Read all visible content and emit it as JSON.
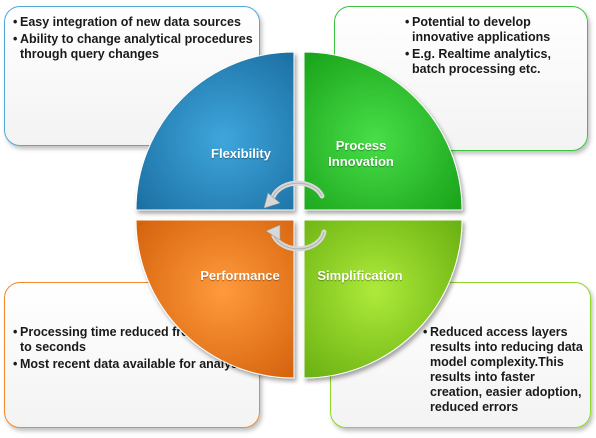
{
  "colors": {
    "flexibility": "#2a8cc4",
    "process_innovation": "#2cc82c",
    "performance": "#f07a18",
    "simplification": "#8ed81c"
  },
  "segments": {
    "flexibility": "Flexibility",
    "process_innovation_line1": "Process",
    "process_innovation_line2": "Innovation",
    "performance": "Performance",
    "simplification": "Simplification"
  },
  "boxes": {
    "top_left": {
      "items": [
        "Easy integration of new data sources",
        "Ability to change analytical procedures through query changes"
      ]
    },
    "top_right": {
      "items": [
        "Potential to develop innovative applications",
        "E.g. Realtime analytics, batch processing etc."
      ]
    },
    "bottom_left": {
      "items": [
        "Processing time reduced from hours to seconds",
        "Most recent data available for analysis"
      ]
    },
    "bottom_right": {
      "items": [
        "Reduced access layers results into reducing data model complexity.This results into faster creation, easier adoption, reduced errors"
      ]
    }
  },
  "bullet_char": "•",
  "center_icon": "cycle-arrows-icon"
}
